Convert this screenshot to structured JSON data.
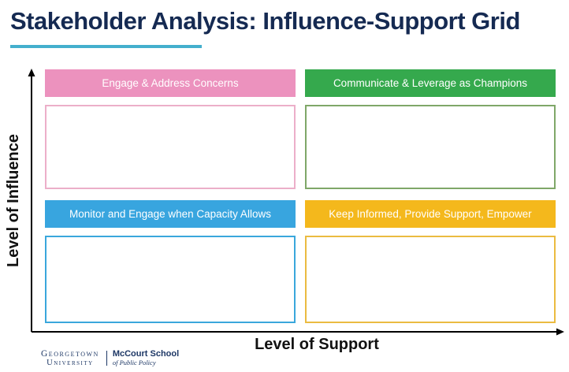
{
  "slide": {
    "title": "Stakeholder Analysis: Influence-Support Grid"
  },
  "axes": {
    "y_label": "Level of Influence",
    "x_label": "Level of Support"
  },
  "quadrants": [
    {
      "position": "top-left",
      "label": "Engage & Address Concerns",
      "header_color": "#EC92BE",
      "border_color": "#ECAFC9"
    },
    {
      "position": "top-right",
      "label": "Communicate & Leverage as Champions",
      "header_color": "#35A94D",
      "border_color": "#7FA768"
    },
    {
      "position": "bottom-left",
      "label": "Monitor and Engage when Capacity Allows",
      "header_color": "#38A5DF",
      "border_color": "#3AA7DC"
    },
    {
      "position": "bottom-right",
      "label": "Keep Informed, Provide Support, Empower",
      "header_color": "#F4B81C",
      "border_color": "#EBBB41"
    }
  ],
  "footer_logo": {
    "institution_line1": "Georgetown",
    "institution_line2": "University",
    "school_name": "McCourt School",
    "school_sub": "of Public Policy"
  },
  "colors": {
    "title_text": "#152A52",
    "title_underline": "#44AFCD",
    "axis_stroke": "#000000"
  }
}
